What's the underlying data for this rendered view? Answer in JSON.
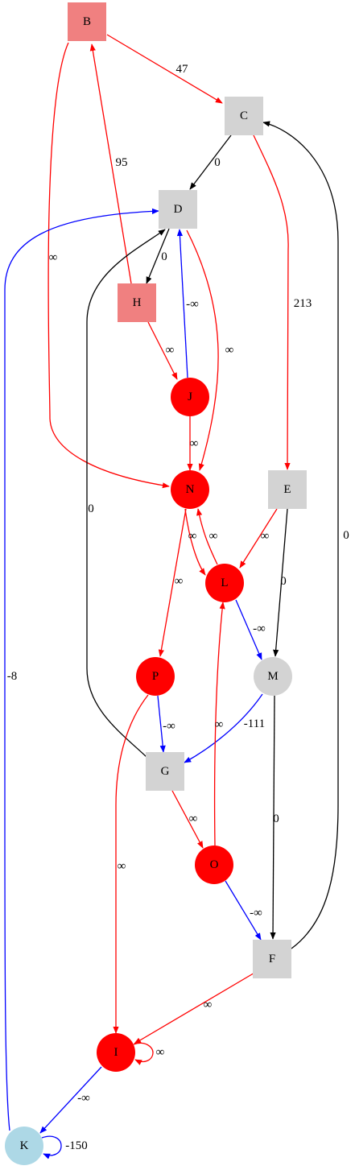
{
  "graph": {
    "nodes": [
      {
        "id": "B",
        "label": "B",
        "shape": "box",
        "fill": "#f08080"
      },
      {
        "id": "C",
        "label": "C",
        "shape": "box",
        "fill": "#d3d3d3"
      },
      {
        "id": "D",
        "label": "D",
        "shape": "box",
        "fill": "#d3d3d3"
      },
      {
        "id": "H",
        "label": "H",
        "shape": "box",
        "fill": "#f08080"
      },
      {
        "id": "J",
        "label": "J",
        "shape": "circle",
        "fill": "#ff0000"
      },
      {
        "id": "N",
        "label": "N",
        "shape": "circle",
        "fill": "#ff0000"
      },
      {
        "id": "E",
        "label": "E",
        "shape": "box",
        "fill": "#d3d3d3"
      },
      {
        "id": "L",
        "label": "L",
        "shape": "circle",
        "fill": "#ff0000"
      },
      {
        "id": "M",
        "label": "M",
        "shape": "circle",
        "fill": "#d3d3d3"
      },
      {
        "id": "P",
        "label": "P",
        "shape": "circle",
        "fill": "#ff0000"
      },
      {
        "id": "G",
        "label": "G",
        "shape": "box",
        "fill": "#d3d3d3"
      },
      {
        "id": "O",
        "label": "O",
        "shape": "circle",
        "fill": "#ff0000"
      },
      {
        "id": "F",
        "label": "F",
        "shape": "box",
        "fill": "#d3d3d3"
      },
      {
        "id": "I",
        "label": "I",
        "shape": "circle",
        "fill": "#ff0000"
      },
      {
        "id": "K",
        "label": "K",
        "shape": "circle",
        "fill": "#add8e6"
      }
    ],
    "edges": [
      {
        "id": "B-C",
        "from": "B",
        "to": "C",
        "label": "47",
        "color": "#ff0000"
      },
      {
        "id": "C-D",
        "from": "C",
        "to": "D",
        "label": "0",
        "color": "#000000"
      },
      {
        "id": "H-B",
        "from": "H",
        "to": "B",
        "label": "95",
        "color": "#ff0000"
      },
      {
        "id": "B-N",
        "from": "B",
        "to": "N",
        "label": "∞",
        "color": "#ff0000"
      },
      {
        "id": "D-H",
        "from": "D",
        "to": "H",
        "label": "0",
        "color": "#000000"
      },
      {
        "id": "J-D",
        "from": "J",
        "to": "D",
        "label": "-∞",
        "color": "#0000ff"
      },
      {
        "id": "D-N",
        "from": "D",
        "to": "N",
        "label": "∞",
        "color": "#ff0000"
      },
      {
        "id": "H-J",
        "from": "H",
        "to": "J",
        "label": "∞",
        "color": "#ff0000"
      },
      {
        "id": "C-E",
        "from": "C",
        "to": "E",
        "label": "213",
        "color": "#ff0000"
      },
      {
        "id": "J-N",
        "from": "J",
        "to": "N",
        "label": "∞",
        "color": "#ff0000"
      },
      {
        "id": "N-L",
        "from": "N",
        "to": "L",
        "label": "∞",
        "color": "#ff0000"
      },
      {
        "id": "L-N",
        "from": "L",
        "to": "N",
        "label": "∞",
        "color": "#ff0000"
      },
      {
        "id": "E-L",
        "from": "E",
        "to": "L",
        "label": "∞",
        "color": "#ff0000"
      },
      {
        "id": "E-M",
        "from": "E",
        "to": "M",
        "label": "0",
        "color": "#000000"
      },
      {
        "id": "L-M",
        "from": "L",
        "to": "M",
        "label": "-∞",
        "color": "#0000ff"
      },
      {
        "id": "N-P",
        "from": "N",
        "to": "P",
        "label": "∞",
        "color": "#ff0000"
      },
      {
        "id": "G-D",
        "from": "G",
        "to": "D",
        "label": "0",
        "color": "#000000"
      },
      {
        "id": "P-G",
        "from": "P",
        "to": "G",
        "label": "-∞",
        "color": "#0000ff"
      },
      {
        "id": "M-G",
        "from": "M",
        "to": "G",
        "label": "-111",
        "color": "#0000ff"
      },
      {
        "id": "G-O",
        "from": "G",
        "to": "O",
        "label": "∞",
        "color": "#ff0000"
      },
      {
        "id": "O-L",
        "from": "O",
        "to": "L",
        "label": "∞",
        "color": "#ff0000"
      },
      {
        "id": "M-F",
        "from": "M",
        "to": "F",
        "label": "0",
        "color": "#000000"
      },
      {
        "id": "O-F",
        "from": "O",
        "to": "F",
        "label": "-∞",
        "color": "#0000ff"
      },
      {
        "id": "F-C",
        "from": "F",
        "to": "C",
        "label": "0",
        "color": "#000000"
      },
      {
        "id": "P-I",
        "from": "P",
        "to": "I",
        "label": "∞",
        "color": "#ff0000"
      },
      {
        "id": "F-I",
        "from": "F",
        "to": "I",
        "label": "∞",
        "color": "#ff0000"
      },
      {
        "id": "I-I",
        "from": "I",
        "to": "I",
        "label": "∞",
        "color": "#ff0000"
      },
      {
        "id": "I-K",
        "from": "I",
        "to": "K",
        "label": "-∞",
        "color": "#0000ff"
      },
      {
        "id": "K-D",
        "from": "K",
        "to": "D",
        "label": "-8",
        "color": "#0000ff"
      },
      {
        "id": "K-K",
        "from": "K",
        "to": "K",
        "label": "-150",
        "color": "#0000ff"
      }
    ]
  }
}
